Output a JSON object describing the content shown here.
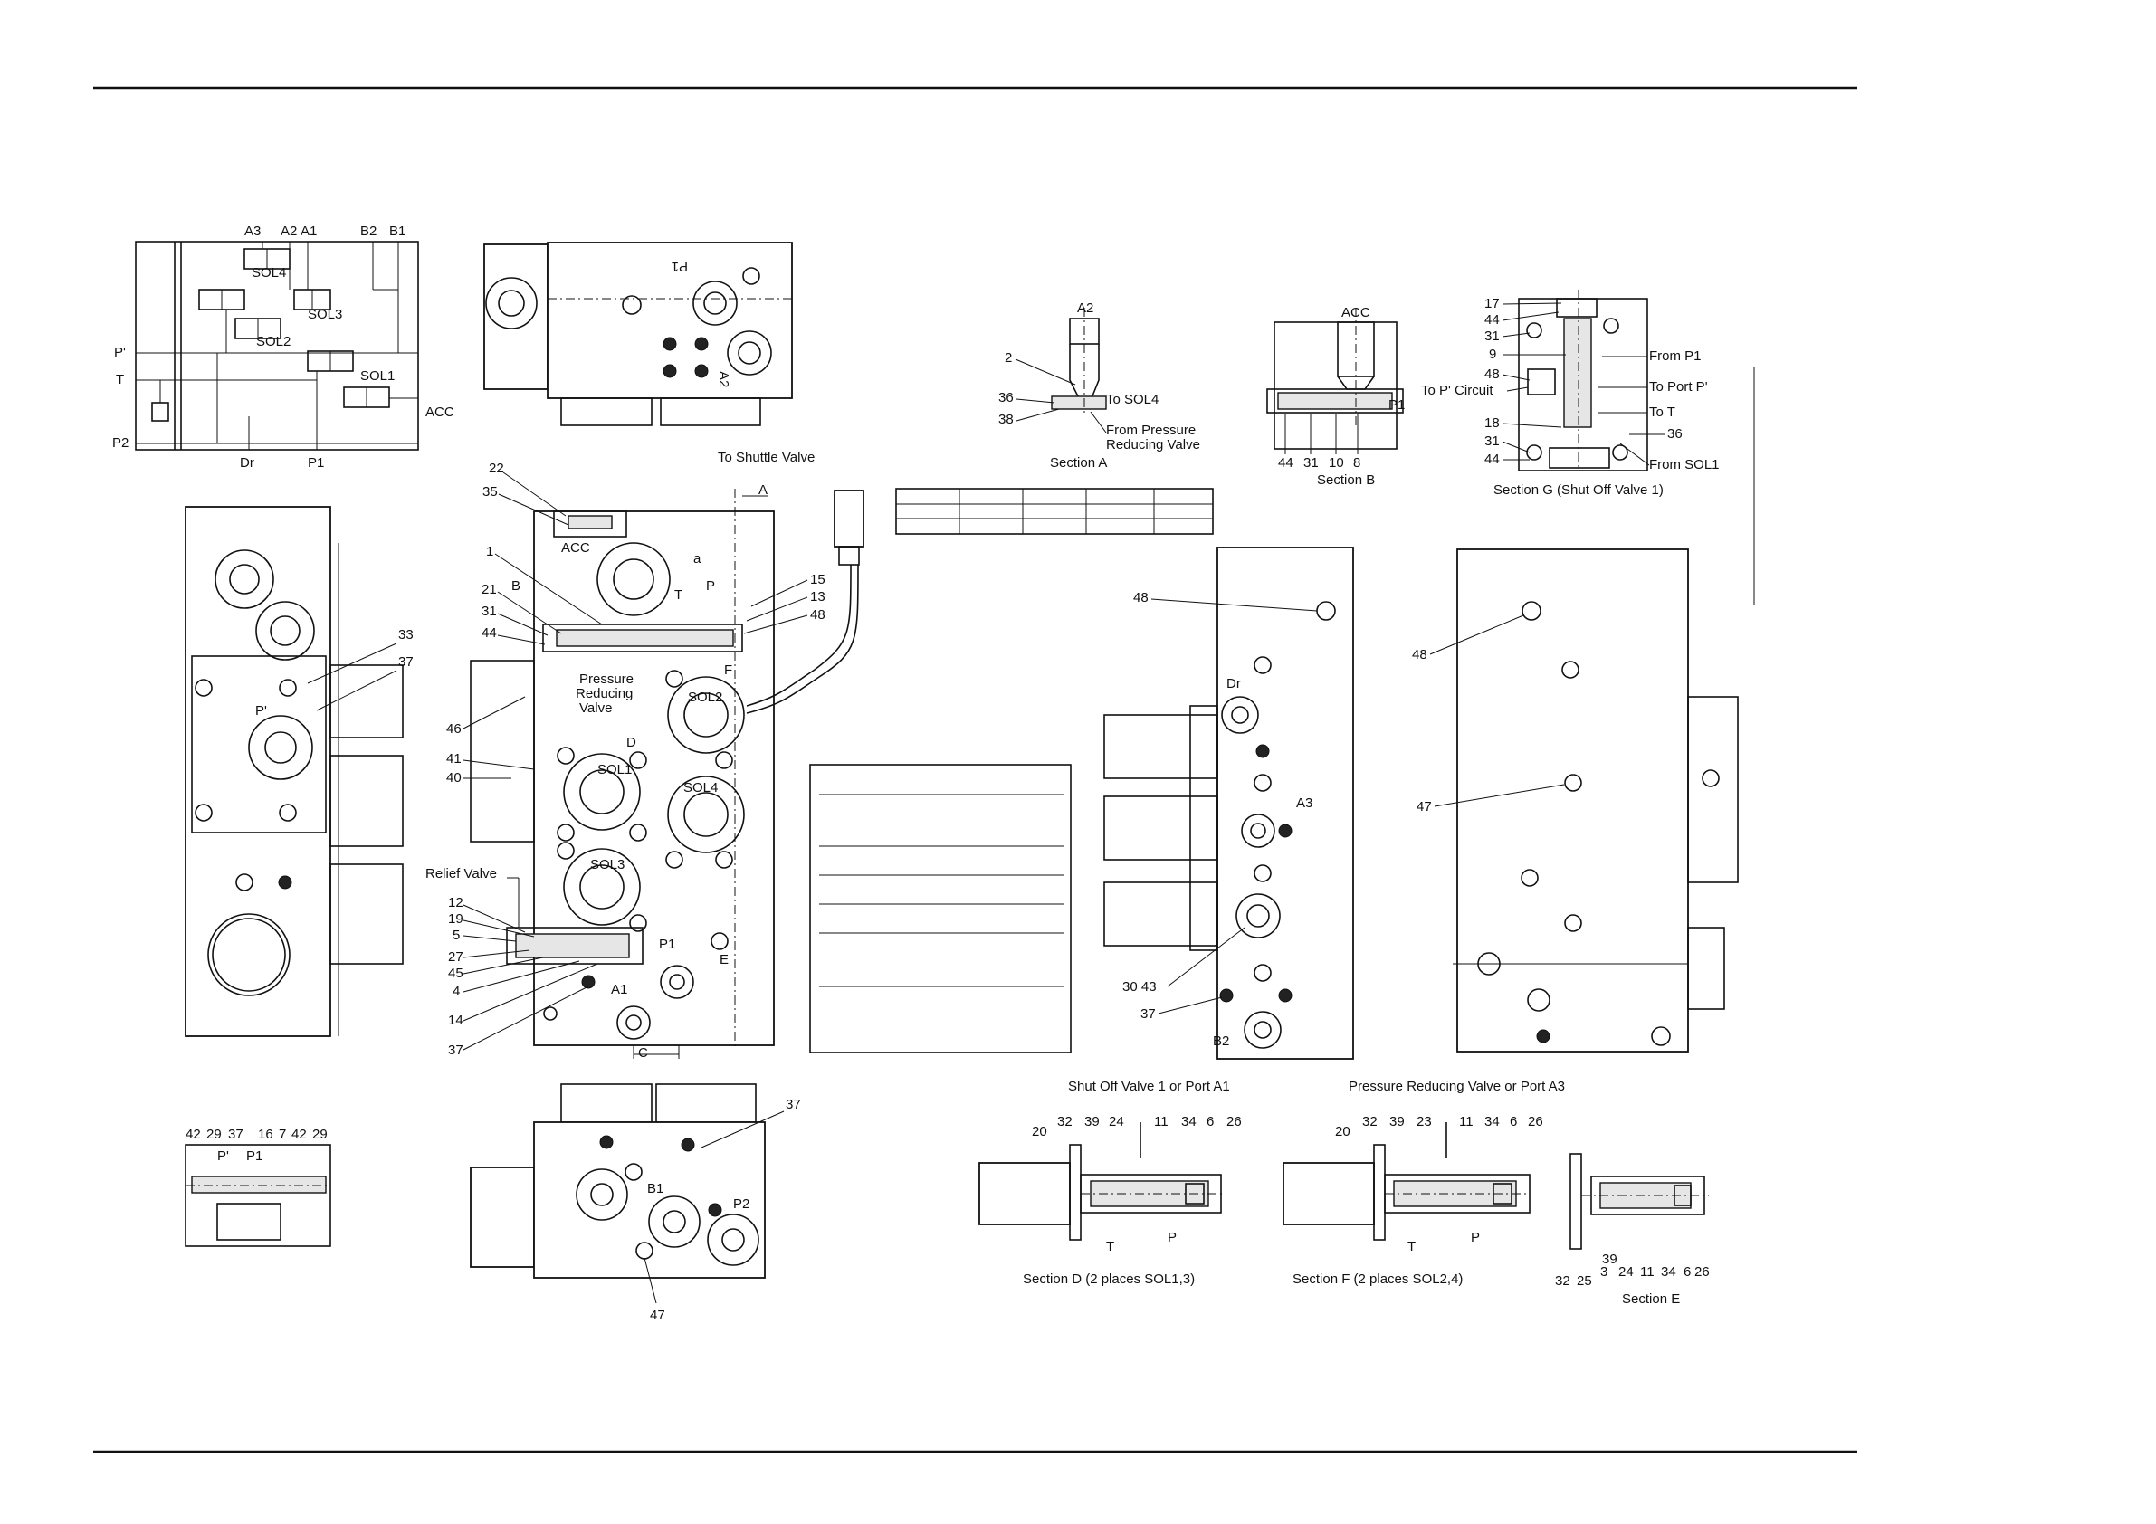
{
  "schematic": {
    "ports_top": [
      "A3",
      "A2",
      "A1",
      "B2",
      "B1"
    ],
    "ports_left": [
      "P'",
      "T",
      "P2"
    ],
    "ports_bottom": [
      "Dr",
      "P1"
    ],
    "port_right": "ACC",
    "solenoids": [
      "SOL4",
      "SOL3",
      "SOL2",
      "SOL1"
    ]
  },
  "top_view": {
    "port_labels": [
      "P1",
      "A2"
    ]
  },
  "left_view": {
    "port_label": "P'",
    "callouts": [
      "33",
      "37"
    ]
  },
  "main_view": {
    "callouts_left": [
      "22",
      "35",
      "1",
      "21",
      "31",
      "44",
      "46",
      "41",
      "40",
      "12",
      "19",
      "5",
      "27",
      "45",
      "4",
      "14",
      "37"
    ],
    "callouts_right": [
      "15",
      "13",
      "48"
    ],
    "labels": {
      "acc": "ACC",
      "shuttle": "To Shuttle Valve",
      "section_a": "A",
      "pressure_reducing": "Pressure",
      "pressure_reducing_2": "Reducing",
      "pressure_reducing_3": "Valve",
      "relief": "Relief Valve",
      "sol1": "SOL1",
      "sol2": "SOL2",
      "sol3": "SOL3",
      "sol4": "SOL4",
      "d": "D",
      "e": "E",
      "c": "C",
      "f": "F",
      "b": "B",
      "t": "T",
      "p": "P",
      "a_small": "a",
      "p1": "P1",
      "a1": "A1"
    }
  },
  "section_a": {
    "port": "A2",
    "callouts": [
      "2",
      "36",
      "38"
    ],
    "to_sol4": "To SOL4",
    "from_1": "From Pressure",
    "from_2": "Reducing Valve",
    "caption": "Section A"
  },
  "section_b": {
    "port": "ACC",
    "p1": "P1",
    "callouts": [
      "44",
      "31",
      "10",
      "8"
    ],
    "caption": "Section B"
  },
  "section_g": {
    "callouts_left": [
      "17",
      "44",
      "31",
      "9",
      "48",
      "18",
      "31",
      "44"
    ],
    "to_circuit": "To P' Circuit",
    "from_p1": "From P1",
    "to_port": "To Port P'",
    "to_t": "To T",
    "num_36": "36",
    "from_sol1": "From SOL1",
    "caption": "Section G (Shut Off Valve 1)"
  },
  "right_view1": {
    "callouts": [
      "48",
      "30 43",
      "37"
    ],
    "ports": [
      "Dr",
      "A3",
      "B2"
    ]
  },
  "right_view2": {
    "callouts": [
      "48",
      "47"
    ]
  },
  "bottom_left": {
    "callouts": [
      "42",
      "29",
      "37",
      "16",
      "7",
      "42",
      "29"
    ],
    "ports": [
      "P'",
      "P1"
    ]
  },
  "bottom_view": {
    "callouts": [
      "37",
      "47"
    ],
    "ports": [
      "B1",
      "P2"
    ]
  },
  "section_d": {
    "heading": "Shut Off Valve 1 or Port A1",
    "callouts": [
      "20",
      "32",
      "39",
      "24",
      "11",
      "34",
      "6",
      "26"
    ],
    "t": "T",
    "p": "P",
    "caption": "Section D (2 places SOL1,3)"
  },
  "section_f": {
    "heading": "Pressure Reducing Valve or Port A3",
    "callouts": [
      "20",
      "32",
      "39",
      "23",
      "11",
      "34",
      "6",
      "26"
    ],
    "t": "T",
    "p": "P",
    "caption": "Section F (2 places SOL2,4)"
  },
  "section_e": {
    "callouts_top": [
      "39"
    ],
    "callouts_bottom": [
      "3",
      "24",
      "11",
      "34",
      "6",
      "26"
    ],
    "callouts_left": [
      "32",
      "25"
    ],
    "caption": "Section E"
  }
}
